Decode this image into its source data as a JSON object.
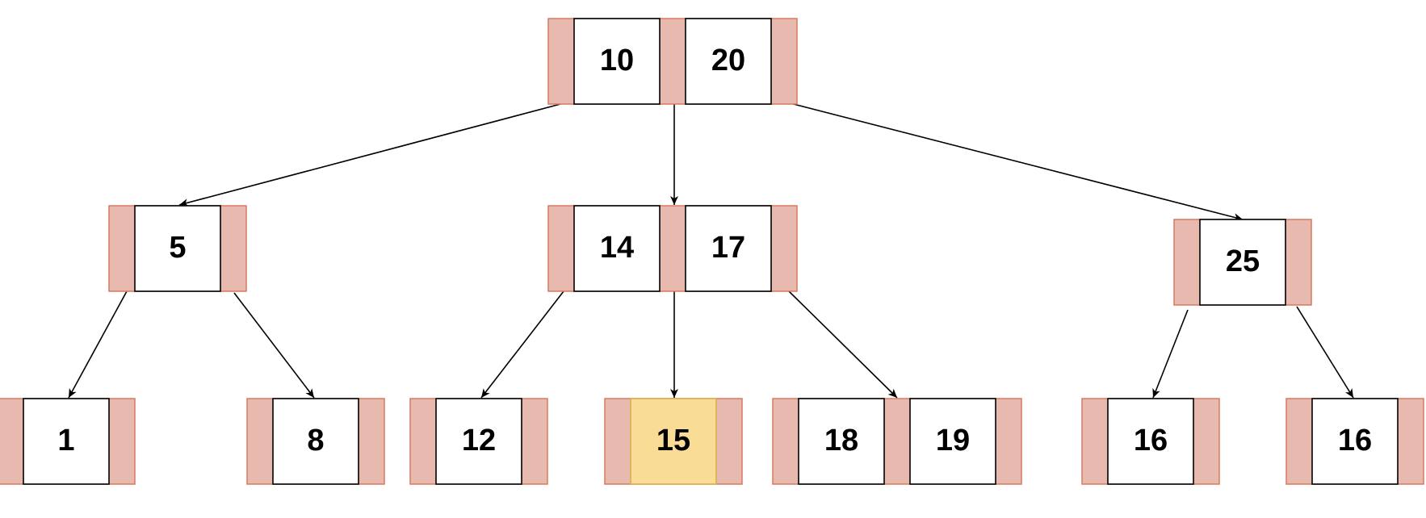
{
  "colors": {
    "pointer_fill": "#e8b9ae",
    "pointer_stroke": "#d77a5f",
    "key_fill": "#ffffff",
    "key_stroke": "#000000",
    "highlight_fill": "#f9dc96",
    "highlight_stroke": "#d8b04a",
    "edge": "#000000"
  },
  "nodes": [
    {
      "id": "root",
      "keys": [
        "10",
        "20"
      ]
    },
    {
      "id": "left-internal",
      "keys": [
        "5"
      ]
    },
    {
      "id": "middle-internal",
      "keys": [
        "14",
        "17"
      ]
    },
    {
      "id": "right-internal",
      "keys": [
        "25"
      ]
    },
    {
      "id": "leaf-1",
      "keys": [
        "1"
      ]
    },
    {
      "id": "leaf-8",
      "keys": [
        "8"
      ]
    },
    {
      "id": "leaf-12",
      "keys": [
        "12"
      ]
    },
    {
      "id": "leaf-15",
      "keys": [
        "15"
      ],
      "highlighted": true
    },
    {
      "id": "leaf-18-19",
      "keys": [
        "18",
        "19"
      ]
    },
    {
      "id": "leaf-16a",
      "keys": [
        "16"
      ]
    },
    {
      "id": "leaf-16b",
      "keys": [
        "16"
      ]
    }
  ],
  "edges": [
    {
      "from": "root",
      "to": "left-internal"
    },
    {
      "from": "root",
      "to": "middle-internal"
    },
    {
      "from": "root",
      "to": "right-internal"
    },
    {
      "from": "left-internal",
      "to": "leaf-1"
    },
    {
      "from": "left-internal",
      "to": "leaf-8"
    },
    {
      "from": "middle-internal",
      "to": "leaf-12"
    },
    {
      "from": "middle-internal",
      "to": "leaf-15"
    },
    {
      "from": "middle-internal",
      "to": "leaf-18-19"
    },
    {
      "from": "right-internal",
      "to": "leaf-16a"
    },
    {
      "from": "right-internal",
      "to": "leaf-16b"
    }
  ]
}
